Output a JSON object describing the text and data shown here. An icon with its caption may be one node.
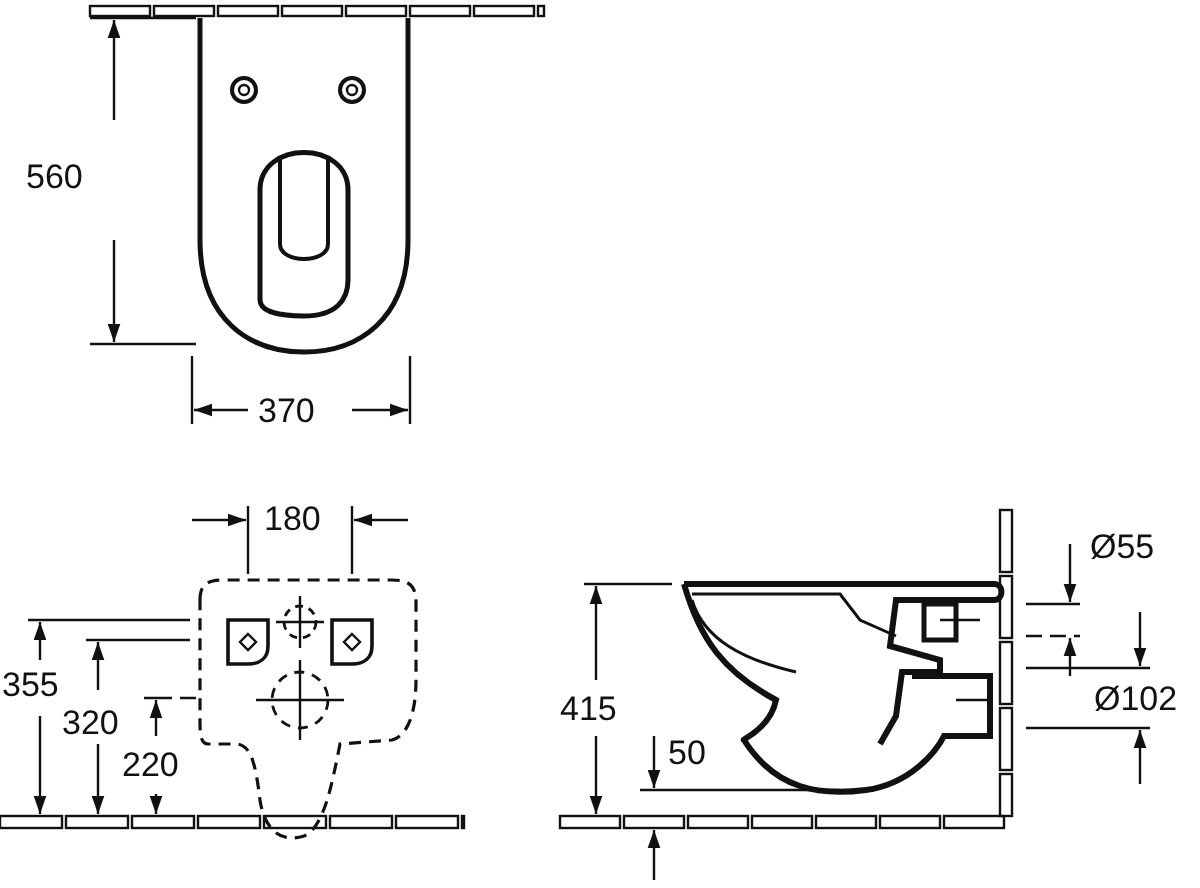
{
  "diagram": {
    "labels": [
      "560",
      "370",
      "180",
      "355",
      "320",
      "220",
      "415",
      "50",
      "Ø55",
      "Ø102"
    ]
  }
}
